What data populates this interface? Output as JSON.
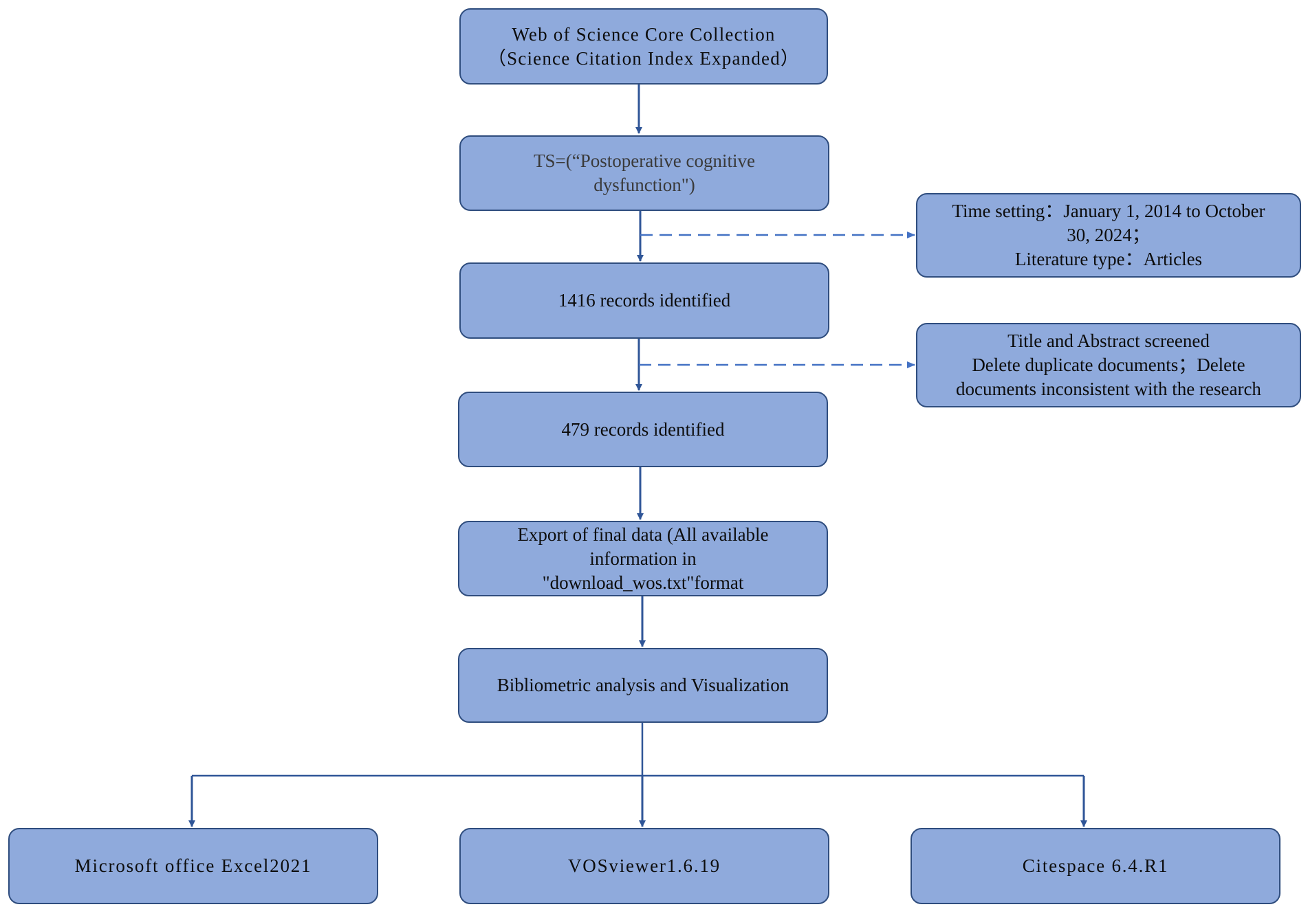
{
  "boxes": {
    "wos": "Web of Science Core Collection\n（Science Citation Index Expanded）",
    "query": "TS=(“Postoperative cognitive\ndysfunction\")",
    "time": "Time setting：January 1, 2014 to October\n30, 2024；\nLiterature type：Articles",
    "r1416": "1416 records identified",
    "screen": "Title and Abstract screened\nDelete duplicate documents；Delete\ndocuments inconsistent with the research",
    "r479": "479 records identified",
    "export": "Export of final data (All available\ninformation in\n\"download_wos.txt\"format",
    "biblio": "Bibliometric analysis and Visualization",
    "excel": "Microsoft office Excel2021",
    "vos": "VOSviewer1.6.19",
    "cite": "Citespace 6.4.R1"
  },
  "colors": {
    "box_fill": "#8faadc",
    "box_border": "#2f4d7e",
    "line": "#2f5597",
    "dashed_line": "#4472c4"
  }
}
